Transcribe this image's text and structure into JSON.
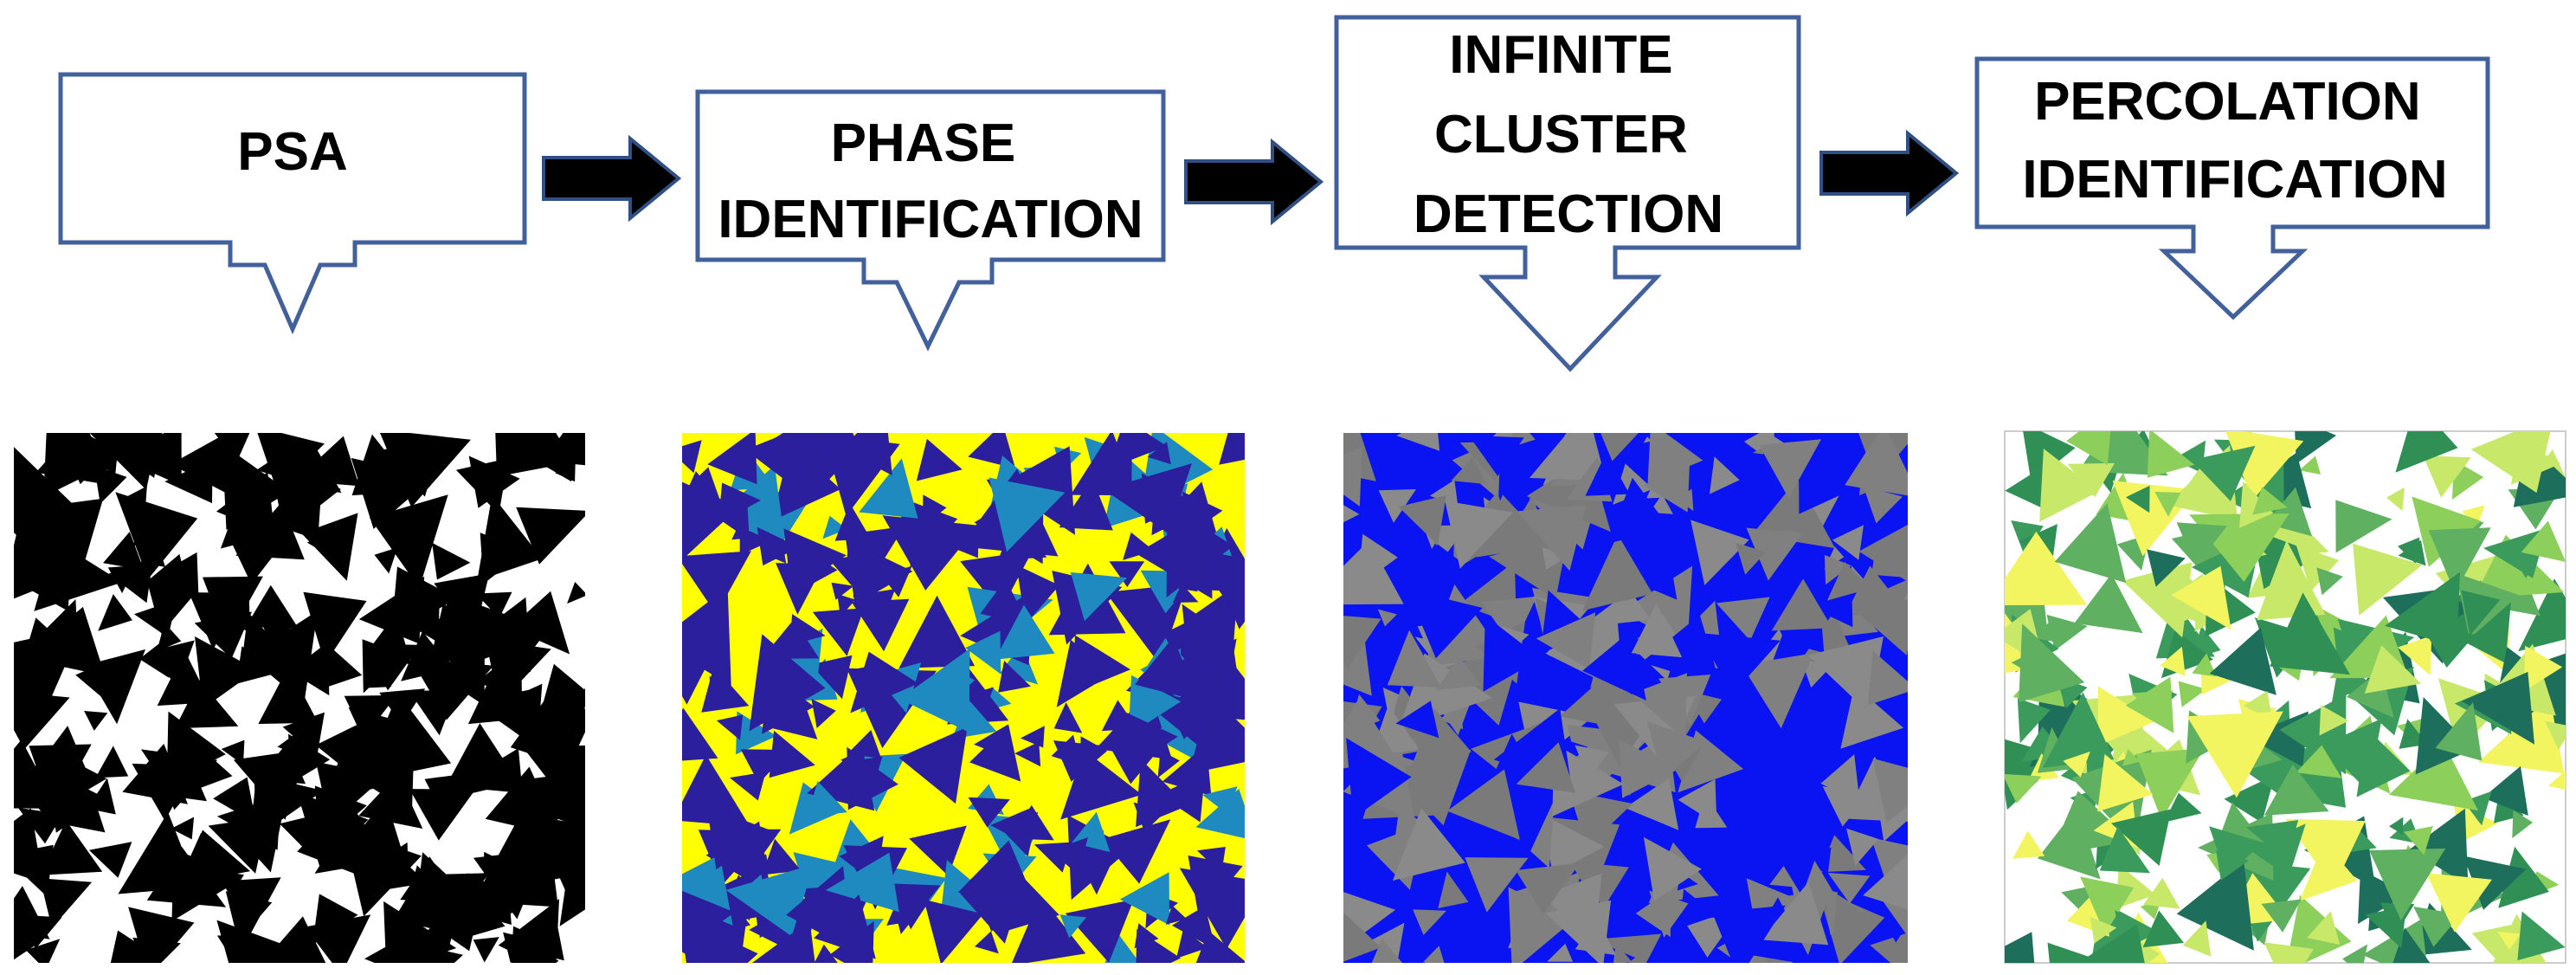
{
  "steps": [
    {
      "id": "psa",
      "lines": [
        "PSA"
      ]
    },
    {
      "id": "phase",
      "lines": [
        "PHASE",
        "IDENTIFICATION"
      ]
    },
    {
      "id": "infinite",
      "lines": [
        "INFINITE",
        "CLUSTER",
        "DETECTION"
      ]
    },
    {
      "id": "percolation",
      "lines": [
        "PERCOLATION",
        "IDENTIFICATION"
      ]
    }
  ],
  "panels": [
    {
      "id": "psa-image",
      "background": "#ffffff",
      "shape_colors": [
        "#000000"
      ]
    },
    {
      "id": "phase-image",
      "background": "#ffff00",
      "shape_colors": [
        "#2b1f9e",
        "#2b1f9e",
        "#2b1f9e",
        "#1f8ac0"
      ]
    },
    {
      "id": "infinite-image",
      "background": "#0a14f2",
      "shape_colors": [
        "#808080",
        "#7a7a7a",
        "#8a8a8a",
        "#0a14f2"
      ]
    },
    {
      "id": "percolation-image",
      "background": "#ffffff",
      "shape_colors": [
        "#3a9b5c",
        "#2f8f55",
        "#8ccf5a",
        "#c8e86a",
        "#f2f560",
        "#1d6e5a",
        "#5fb060"
      ]
    }
  ],
  "colors": {
    "callout_border": "#41609c",
    "arrow_fill": "#000000"
  }
}
